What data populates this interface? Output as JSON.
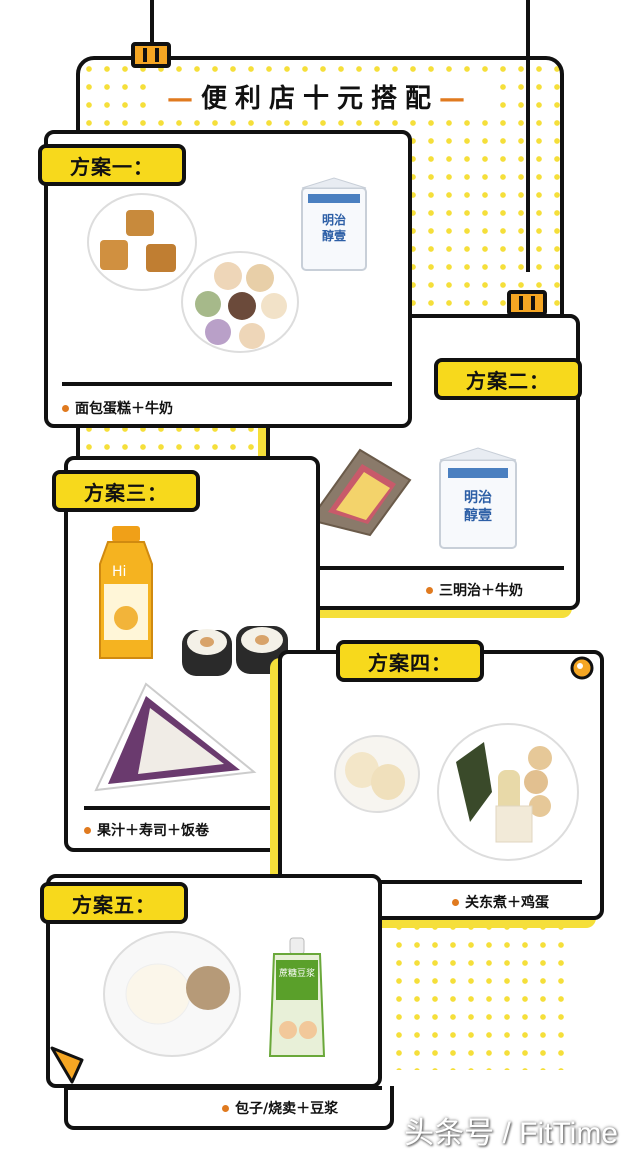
{
  "header": {
    "title": "便利店十元搭配",
    "dash": "—"
  },
  "plans": [
    {
      "label": "方案一：",
      "caption": "面包蛋糕＋牛奶"
    },
    {
      "label": "方案二：",
      "caption": "三明治＋牛奶"
    },
    {
      "label": "方案三：",
      "caption": "果汁＋寿司＋饭卷"
    },
    {
      "label": "方案四：",
      "caption": "关东煮＋鸡蛋"
    },
    {
      "label": "方案五：",
      "caption": "包子/烧卖＋豆浆"
    }
  ],
  "milk_carton": {
    "brand": "明治",
    "product": "醇壹"
  },
  "juice_bottle": {
    "brand": "Hi"
  },
  "soy_pouch": {
    "text": "蔗糖豆浆"
  },
  "watermark": "头条号 / FitTime",
  "colors": {
    "accent_yellow": "#f7d91c",
    "dot_yellow": "#f5df3a",
    "bullet_orange": "#e07a1f",
    "clip_orange": "#f5a623"
  }
}
